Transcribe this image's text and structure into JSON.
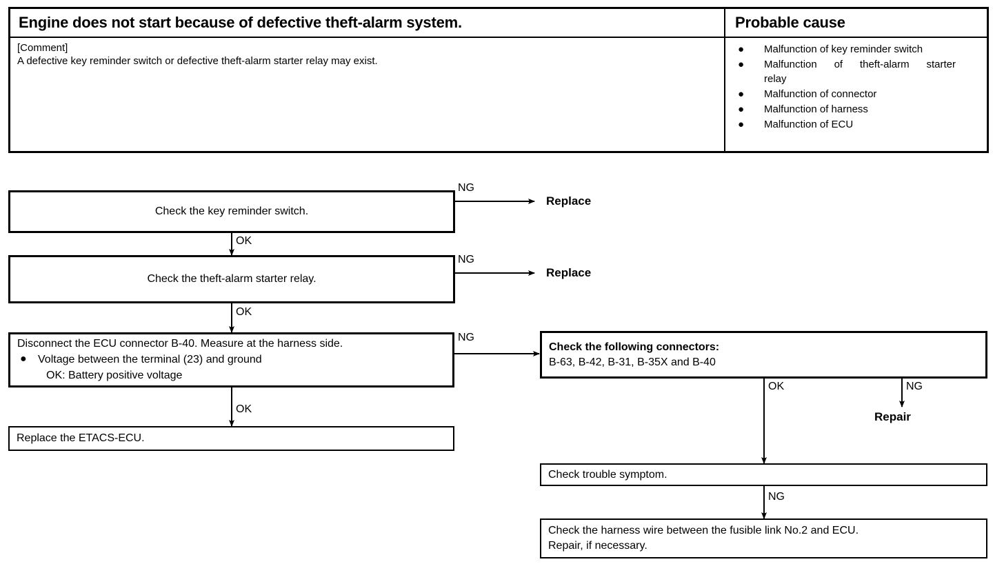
{
  "table": {
    "symptom_title": "Engine does not start because of defective theft-alarm system.",
    "cause_title": "Probable cause",
    "comment_label": "[Comment]",
    "comment_text": "A defective key reminder switch or defective theft-alarm starter relay may exist.",
    "causes": [
      "Malfunction of key reminder switch",
      "Malfunction of theft-alarm starter relay",
      "Malfunction of connector",
      "Malfunction of harness",
      "Malfunction of ECU"
    ],
    "cause_2_line1": "Malfunction of theft-alarm starter",
    "cause_2_line2": "relay",
    "bullet_glyph": "●"
  },
  "flow": {
    "step1": "Check the key reminder switch.",
    "step2": "Check the theft-alarm starter relay.",
    "step3_line1": "Disconnect the ECU connector B-40. Measure at the harness side.",
    "step3_line2": "Voltage between the terminal (23) and ground",
    "step3_line3": "OK:   Battery positive voltage",
    "step4": "Replace the ETACS-ECU.",
    "connectors_line1": "Check the following connectors:",
    "connectors_line2": "B-63, B-42, B-31, B-35X and B-40",
    "trouble_symptom": "Check trouble symptom.",
    "harness_line1": "Check the harness wire between the fusible link No.2 and ECU.",
    "harness_line2": "Repair, if necessary.",
    "replace_1": "Replace",
    "replace_2": "Replace",
    "repair": "Repair",
    "ng_1": "NG",
    "ng_2": "NG",
    "ng_3": "NG",
    "ng_4": "NG",
    "ng_5": "NG",
    "ok_1": "OK",
    "ok_2": "OK",
    "ok_3": "OK",
    "ok_4": "OK",
    "bullet_glyph": "●"
  },
  "colors": {
    "ink": "#000000",
    "paper": "#ffffff"
  }
}
